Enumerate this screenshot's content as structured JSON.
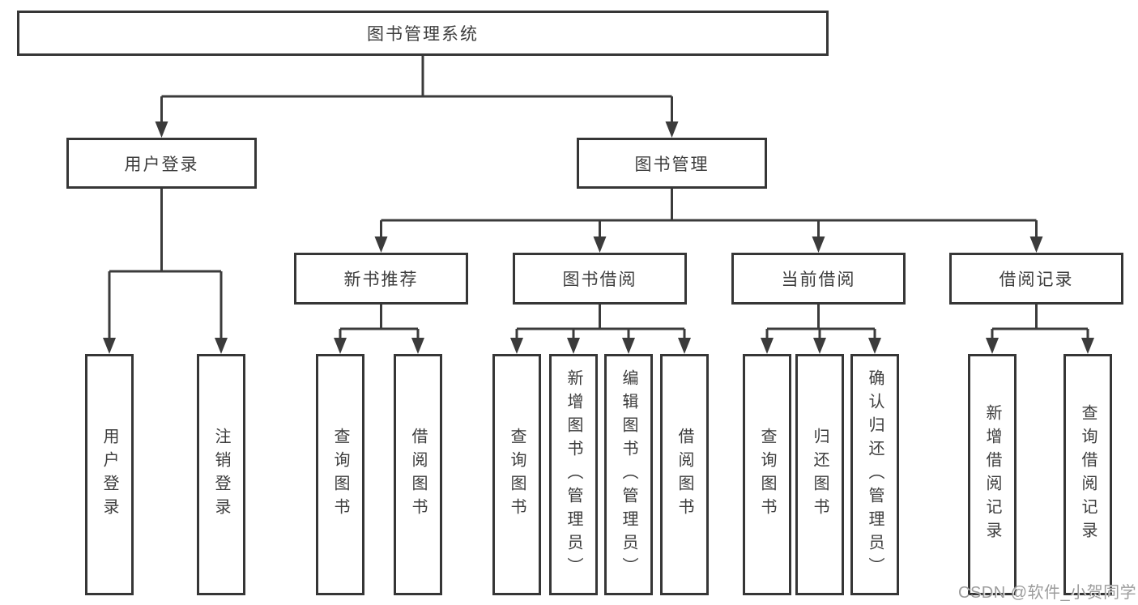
{
  "diagram": {
    "title_node": {
      "label": "图书管理系统"
    },
    "level2": [
      {
        "label": "用户登录"
      },
      {
        "label": "图书管理"
      }
    ],
    "level3": [
      {
        "label": "新书推荐"
      },
      {
        "label": "图书借阅"
      },
      {
        "label": "当前借阅"
      },
      {
        "label": "借阅记录"
      }
    ],
    "leaves": {
      "user_login": [
        "用户登录",
        "注销登录"
      ],
      "new_book_recommend": [
        "查询图书",
        "借阅图书"
      ],
      "book_borrow": [
        "查询图书",
        "新增图书（管理员）",
        "编辑图书（管理员）",
        "借阅图书"
      ],
      "current_borrow": [
        "查询图书",
        "归还图书",
        "确认归还（管理员）"
      ],
      "borrow_records": [
        "新增借阅记录",
        "查询借阅记录"
      ]
    }
  },
  "watermark": {
    "text": "CSDN @软件_小贺同学"
  },
  "colors": {
    "background": "#ffffff",
    "line": "#3b3b3b",
    "box_border": "#363636",
    "box_fill": "#ffffff",
    "text": "#3d3d3d",
    "watermark": "#9c9c9c"
  }
}
